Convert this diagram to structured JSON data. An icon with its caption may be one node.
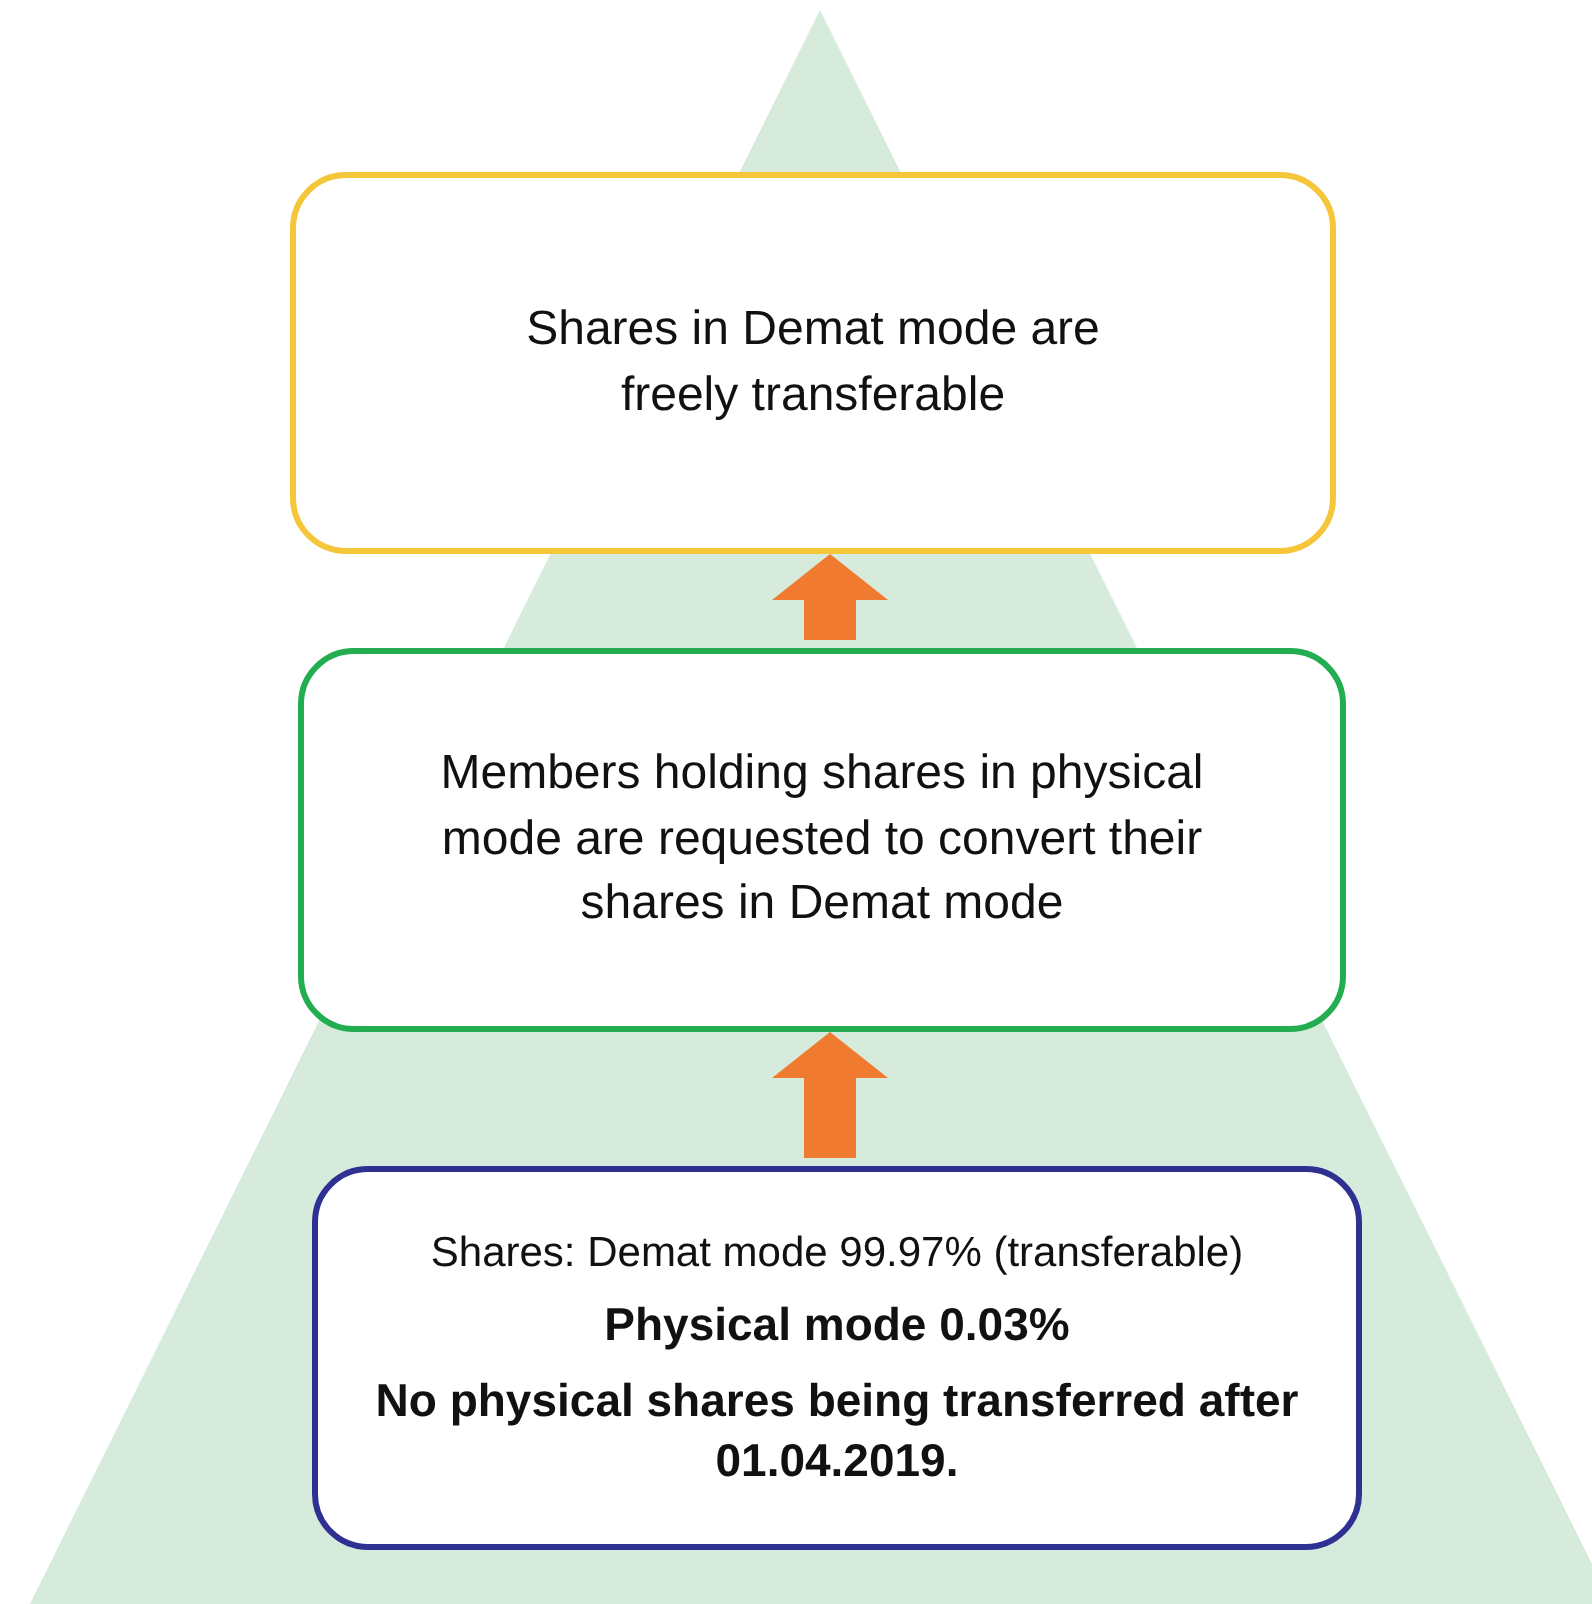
{
  "diagram": {
    "nodes": [
      {
        "text": [
          "Shares in Demat mode are freely transferable"
        ]
      },
      {
        "text": [
          "Members holding shares in physical mode are requested to convert their shares in Demat mode"
        ]
      },
      {
        "text": [
          "Shares: Demat mode 99.97% (transferable)",
          "Physical mode 0.03%",
          "No physical shares being transferred after 01.04.2019."
        ]
      }
    ],
    "edges": [
      {
        "from": 1,
        "to": 0,
        "arrow": "to"
      },
      {
        "from": 2,
        "to": 1,
        "arrow": "to"
      }
    ]
  }
}
